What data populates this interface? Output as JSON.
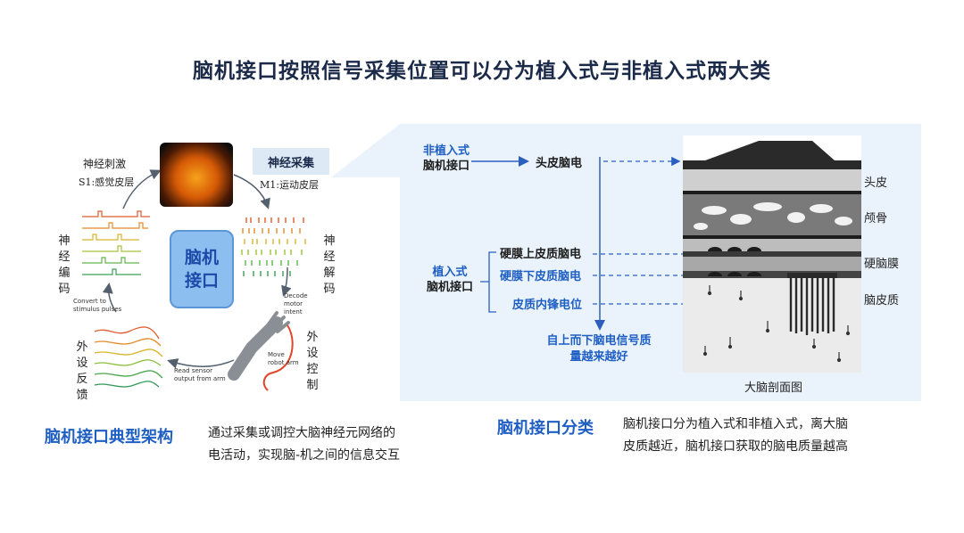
{
  "title": "脑机接口按照信号采集位置可以分为植入式与非植入式两大类",
  "left_diagram": {
    "stim_label": "神经刺激",
    "s1_label": "S1:感觉皮层",
    "collect_label": "神经采集",
    "m1_label": "M1:运动皮层",
    "encode_label": "神经编码",
    "decode_label": "神经解码",
    "feedback_label": "外设反馈",
    "control_label": "外设控制",
    "center_label": "脑机接口",
    "convert_note": "Convert to stimulus pulses",
    "decode_note": "Decode motor intent",
    "move_note": "Move robot arm",
    "read_note": "Read sensor output from arm"
  },
  "left_section": {
    "heading": "脑机接口典型架构",
    "description_line1": "通过采集或调控大脑神经元网络的",
    "description_line2": "电活动，实现脑-机之间的信息交互"
  },
  "right_diagram": {
    "noninvasive_line1": "非植入式",
    "noninvasive_line2": "脑机接口",
    "scalp_eeg": "头皮脑电",
    "invasive_line1": "植入式",
    "invasive_line2": "脑机接口",
    "epidural": "硬膜上皮质脑电",
    "subdural": "硬膜下皮质脑电",
    "intracortical": "皮质内锋电位",
    "quality_line1": "自上而下脑电信号质",
    "quality_line2": "量越来越好",
    "layer_scalp": "头皮",
    "layer_skull": "颅骨",
    "layer_dura": "硬脑膜",
    "layer_cortex": "脑皮质",
    "caption": "大脑剖面图"
  },
  "right_section": {
    "heading": "脑机接口分类",
    "description_line1": "脑机接口分为植入式和非植入式，离大脑",
    "description_line2": "皮质越近，脑机接口获取的脑电质量越高"
  },
  "colors": {
    "accent_blue": "#1f5fc4",
    "panel_bg": "#eaf3fb",
    "title": "#1c2a4a"
  }
}
